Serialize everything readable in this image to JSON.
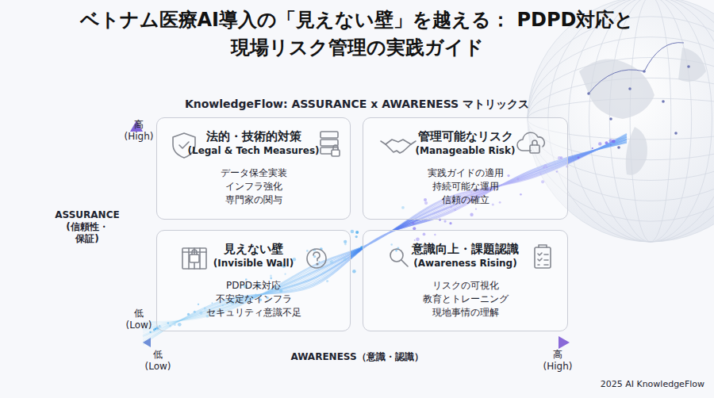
{
  "diagram": {
    "title": "ベトナム医療AI導入の「見えない壁」を越える： PDPD対応と現場リスク管理の実践ガイド",
    "nodes": [
      {
        "text": [
          "法的・技術的対策",
          "(Legal & Tech Measures)",
          "データ保全実装 インフラ強化 専門家の関与"
        ]
      },
      {
        "text": [
          "管理可能なリスク",
          "(Manageable Risk)",
          "実践ガイドの適用 持続可能な運用 信頼の確立"
        ]
      },
      {
        "text": [
          "見えない壁",
          "(Invisible Wall)",
          "PDPD未対応 不安定なインフラ セキュリティ意識不足"
        ]
      },
      {
        "text": [
          "意識向上・課題認識",
          "(Awareness Rising)",
          "リスクの可視化 教育とトレーニング 現地事情の理解"
        ]
      }
    ],
    "labels": [
      "KnowledgeFlow: ASSURANCE x AWARENESS マトリックス",
      "高 (High)",
      "ASSURANCE (信頼性・保証)",
      "低 (Low)",
      "低 (Low)",
      "AWARENESS（意識・認識）",
      "高 (High)",
      "2025 AI KnowledgeFlow"
    ]
  }
}
